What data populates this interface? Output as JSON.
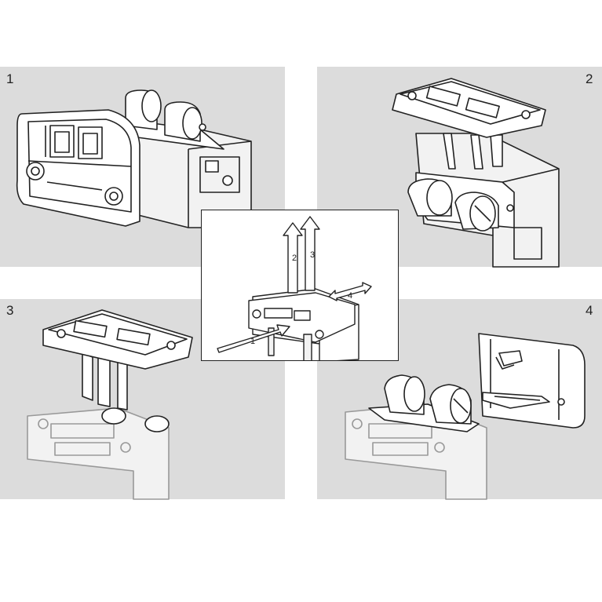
{
  "steps": [
    {
      "number": "1"
    },
    {
      "number": "2"
    },
    {
      "number": "3"
    },
    {
      "number": "4"
    }
  ],
  "center_arrows": [
    "1",
    "2",
    "3",
    "4"
  ],
  "colors": {
    "panel_bg": "#dcdcdc",
    "line": "#222222",
    "part_fill": "#ffffff"
  }
}
